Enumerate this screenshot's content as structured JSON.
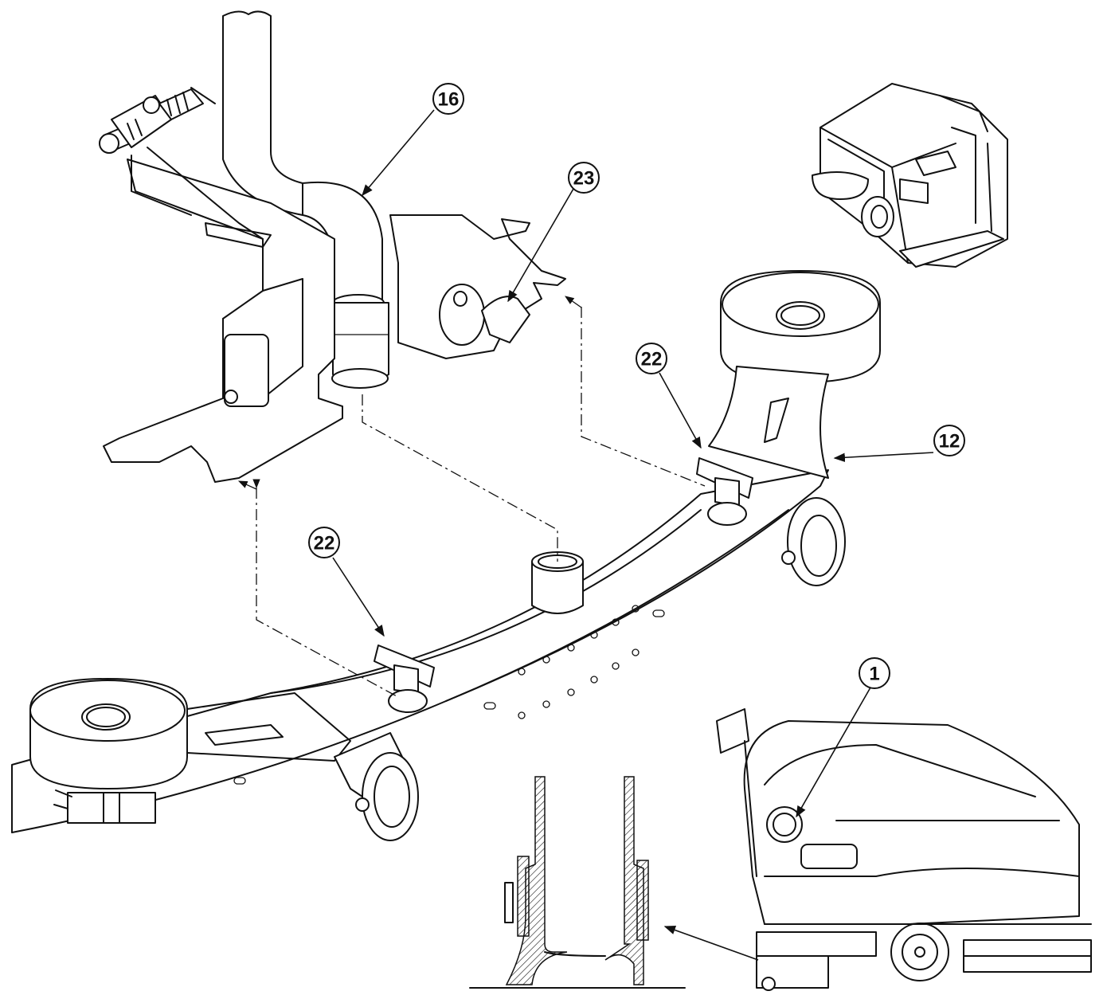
{
  "callouts": [
    {
      "id": "c16",
      "label": "16"
    },
    {
      "id": "c23",
      "label": "23"
    },
    {
      "id": "c22a",
      "label": "22"
    },
    {
      "id": "c12",
      "label": "12"
    },
    {
      "id": "c22b",
      "label": "22"
    },
    {
      "id": "c1",
      "label": "1"
    }
  ]
}
